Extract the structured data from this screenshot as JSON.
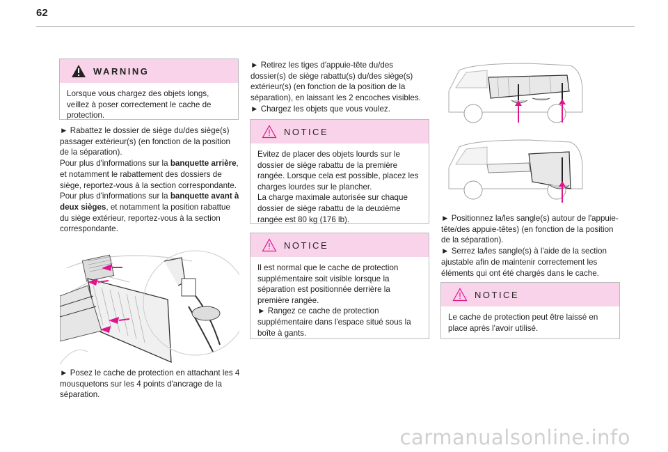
{
  "page_number": "62",
  "warning": {
    "title": "WARNING",
    "text": "Lorsque vous chargez des objets longs, veillez à poser correctement le cache de protection."
  },
  "col1": {
    "para1": {
      "l1": "► Rabattez le dossier de siège du/des siège(s) passager extérieur(s) (en fonction de la position de la séparation).",
      "l2a": "Pour plus d'informations sur la ",
      "l2b": "banquette arrière",
      "l2c": ", et notamment le rabattement des dossiers de siège, reportez-vous à la section correspondante.",
      "l3a": "Pour plus d'informations sur la ",
      "l3b": "banquette avant à deux sièges",
      "l3c": ", et notamment la position rabattue du siège extérieur, reportez-vous à la section correspondante."
    },
    "caption": "► Posez le cache de protection en attachant les 4 mousquetons sur les 4 points d'ancrage de la séparation."
  },
  "col2": {
    "para": "► Retirez les tiges d'appuie-tête du/des dossier(s) de siège rabattu(s) du/des siège(s) extérieur(s) (en fonction de la position de la séparation), en laissant les 2 encoches visibles.",
    "para2": "► Chargez les objets que vous voulez.",
    "notice1": {
      "title": "NOTICE",
      "text1": "Evitez de placer des objets lourds sur le dossier de siège rabattu de la première rangée. Lorsque cela est possible, placez les charges lourdes sur le plancher.",
      "text2": "La charge maximale autorisée sur chaque dossier de siège rabattu de la deuxième rangée est 80 kg (176 lb)."
    },
    "notice2": {
      "title": "NOTICE",
      "text1": "Il est normal que le cache de protection supplémentaire soit visible lorsque la séparation est positionnée derrière la première rangée.",
      "text2": "► Rangez ce cache de protection supplémentaire dans l'espace situé sous la boîte à gants."
    }
  },
  "col3": {
    "para1": "► Positionnez la/les sangle(s) autour de l'appuie-tête/des appuie-têtes) (en fonction de la position de la séparation).",
    "para2": "► Serrez la/les sangle(s) à l'aide de la section ajustable afin de maintenir correctement les éléments qui ont été chargés dans le cache.",
    "notice": {
      "title": "NOTICE",
      "text": "Le cache de protection peut être laissé en place après l'avoir utilisé."
    }
  },
  "watermark": "carmanualsonline.info",
  "colors": {
    "header_pink": "#f9d3ea",
    "accent_magenta": "#e0148c",
    "border": "#bbbbbb"
  }
}
